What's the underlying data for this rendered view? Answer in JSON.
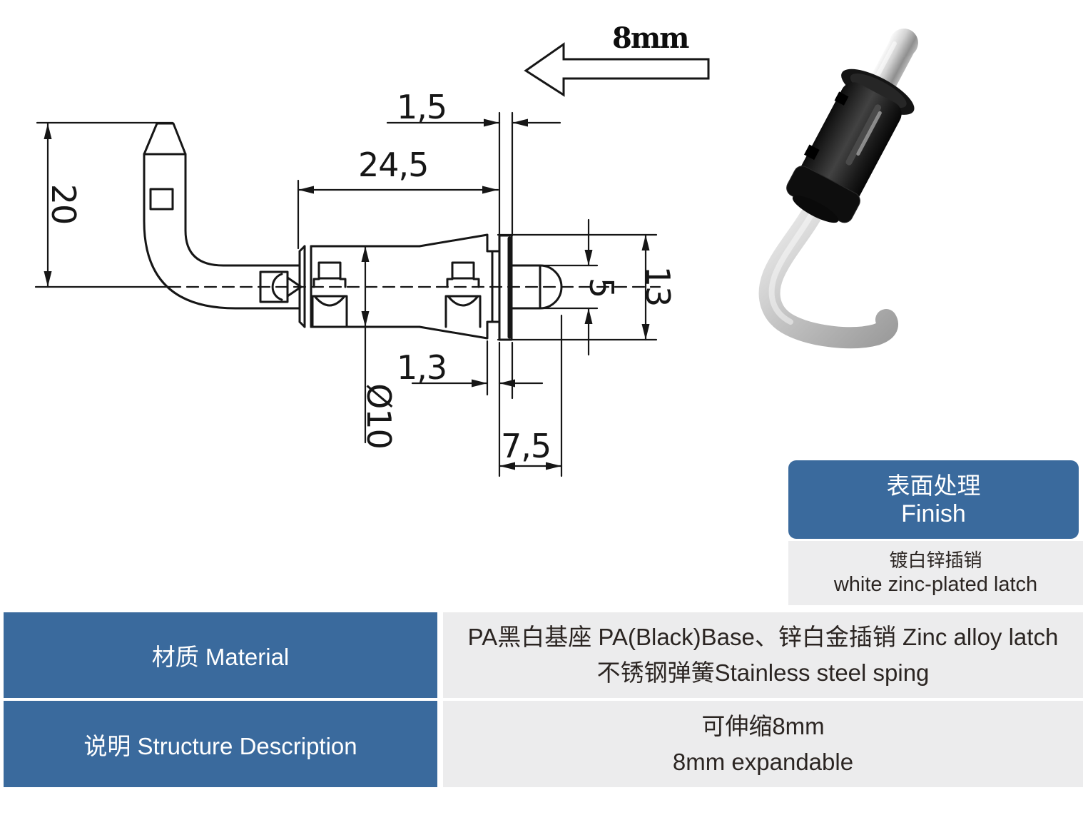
{
  "drawing": {
    "labels": {
      "hook_height": "20",
      "flange_thickness": "1,5",
      "body_length": "24,5",
      "pin_diameter": "5",
      "flange_height": "13",
      "step_gap": "1,3",
      "body_diameter": "Ø10",
      "pin_length": "7,5",
      "travel_arrow": "8mm"
    }
  },
  "finish_card": {
    "title_zh": "表面处理",
    "title_en": "Finish",
    "value_zh": "镀白锌插销",
    "value_en": "white zinc-plated latch"
  },
  "spec_table": {
    "rows": [
      {
        "label": "材质 Material",
        "value_line1": "PA黑白基座 PA(Black)Base、锌白金插销 Zinc alloy latch",
        "value_line2": "不锈钢弹簧Stainless steel sping"
      },
      {
        "label": "说明 Structure Description",
        "value_line1": "可伸缩8mm",
        "value_line2": "8mm expandable"
      }
    ]
  },
  "colors": {
    "accent_blue": "#3a6a9d",
    "panel_gray": "#ededee",
    "line_ink": "#161616",
    "text_dark": "#2b2522"
  }
}
